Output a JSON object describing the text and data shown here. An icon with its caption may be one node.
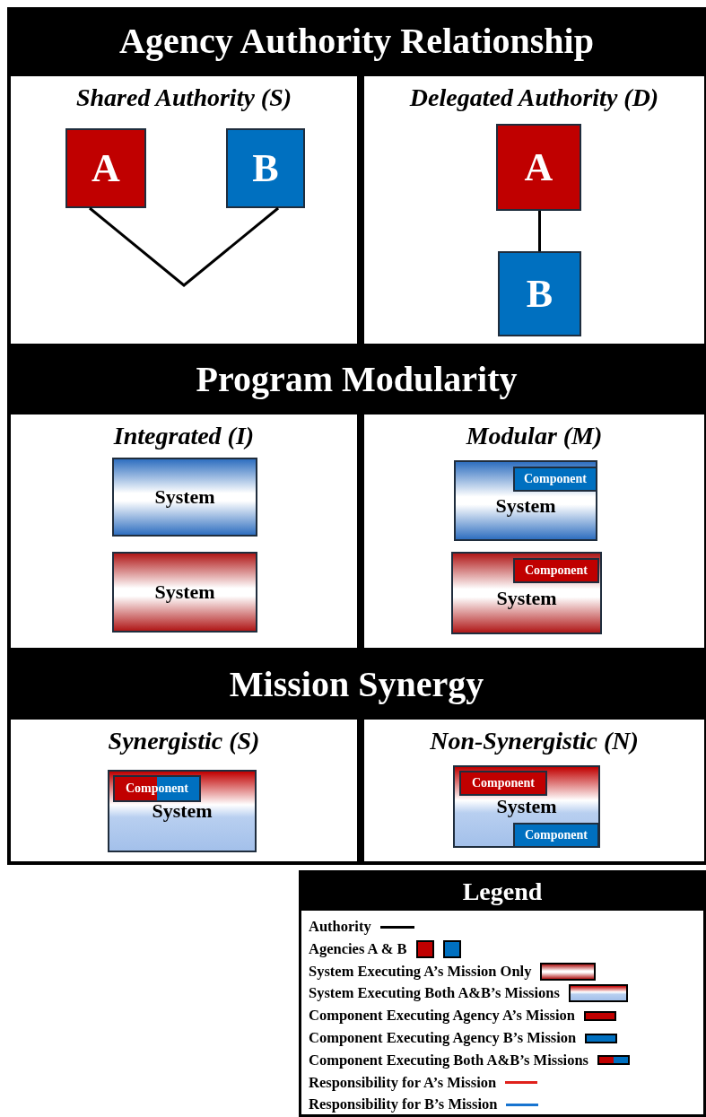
{
  "diagram": {
    "nodes": [
      {
        "text": [
          "Agency Authority Relationship"
        ]
      },
      {
        "text": [
          "Shared Authority (S)"
        ]
      },
      {
        "text": [
          "A"
        ],
        "in": 1
      },
      {
        "text": [
          "B"
        ],
        "in": 1
      },
      {
        "text": [
          "Delegated Authority (D)"
        ]
      },
      {
        "text": [
          "A"
        ],
        "in": 4
      },
      {
        "text": [
          "B"
        ],
        "in": 4
      },
      {
        "text": [
          "Program Modularity"
        ]
      },
      {
        "text": [
          "Integrated (I)"
        ]
      },
      {
        "text": [
          "System"
        ],
        "in": 8
      },
      {
        "text": [
          "System"
        ],
        "in": 8
      },
      {
        "text": [
          "Modular (M)"
        ]
      },
      {
        "text": [
          "System"
        ],
        "in": 11
      },
      {
        "text": [
          "Component"
        ],
        "in": 12
      },
      {
        "text": [
          "System"
        ],
        "in": 11
      },
      {
        "text": [
          "Component"
        ],
        "in": 14
      },
      {
        "text": [
          "Mission Synergy"
        ]
      },
      {
        "text": [
          "Synergistic (S)"
        ]
      },
      {
        "text": [
          "System"
        ],
        "in": 17
      },
      {
        "text": [
          "Component"
        ],
        "in": 18
      },
      {
        "text": [
          "Non-Synergistic (N)"
        ]
      },
      {
        "text": [
          "System"
        ],
        "in": 20
      },
      {
        "text": [
          "Component"
        ],
        "in": 21
      },
      {
        "text": [
          "Component"
        ],
        "in": 21
      }
    ],
    "edges": [
      {
        "from": 2,
        "to": 3,
        "arrow": "none"
      },
      {
        "from": 5,
        "to": 6,
        "arrow": "none"
      }
    ],
    "labels": [
      "Legend"
    ],
    "legend": [
      {
        "text": "Authority"
      },
      {
        "text": "Agencies A & B"
      },
      {
        "text": "System Executing A’s Mission Only"
      },
      {
        "text": "System Executing Both A&B’s Missions"
      },
      {
        "text": "Component Executing Agency A’s Mission"
      },
      {
        "text": "Component Executing Agency B’s Mission"
      },
      {
        "text": "Component Executing Both A&B’s Missions"
      },
      {
        "text": "Responsibility for A’s Mission"
      },
      {
        "text": "Responsibility for B’s Mission"
      }
    ]
  }
}
